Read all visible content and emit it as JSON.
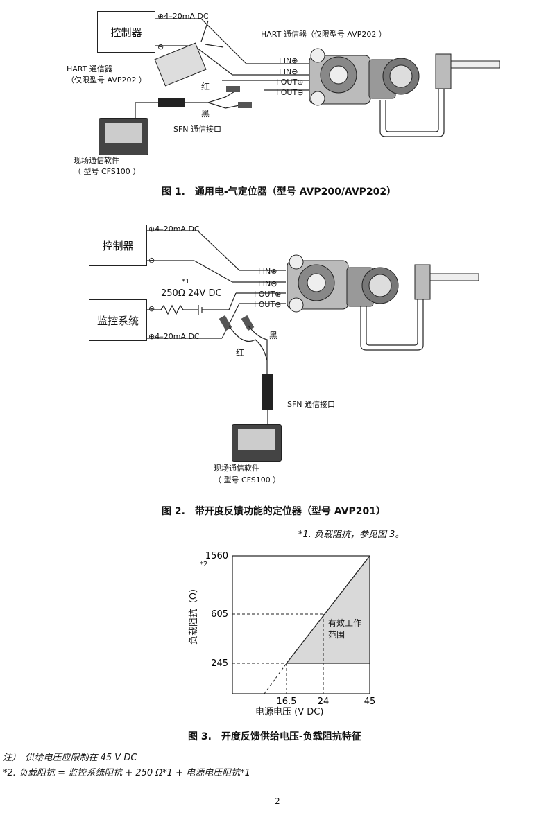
{
  "fig1": {
    "controller": "控制器",
    "plus_label": "⊕4–20mA DC",
    "minus_label": "⊖",
    "hart_right": "HART 通信器（仅限型号 AVP202 ）",
    "hart_left_1": "HART 通信器",
    "hart_left_2": "（仅限型号 AVP202 ）",
    "red": "红",
    "black": "黑",
    "sfn": "SFN 通信接口",
    "software_1": "现场通信软件",
    "software_2": "（ 型号 CFS100 ）",
    "terminal_in_plus": "I IN⊕",
    "terminal_in_minus": "I IN⊖",
    "terminal_out_plus": "I OUT⊕",
    "terminal_out_minus": "I OUT⊖",
    "caption": "图 1.　通用电-气定位器（型号 AVP200/AVP202）"
  },
  "fig2": {
    "controller": "控制器",
    "plus_label": "⊕4–20mA DC",
    "minus_label": "⊖",
    "star1": "*1",
    "resistor": "250Ω  24V DC",
    "monitor": "监控系统",
    "monitor_minus": "⊖",
    "monitor_plus": "⊕4–20mA DC",
    "red": "红",
    "black": "黑",
    "sfn": "SFN 通信接口",
    "software_1": "现场通信软件",
    "software_2": "（ 型号 CFS100 ）",
    "terminal_in_plus": "I IN⊕",
    "terminal_in_minus": "I IN⊖",
    "terminal_out_plus": "I OUT⊕",
    "terminal_out_minus": "I OUT⊖",
    "caption": "图 2.　带开度反馈功能的定位器（型号 AVP201）",
    "footnote": "*1. 负载阻抗，参见图 3。"
  },
  "chart_data": {
    "type": "area",
    "xlabel": "电源电压 (V DC)",
    "ylabel": "负载阻抗（Ω）",
    "ylabel_mark": "*2",
    "x_ticks": [
      16.5,
      24,
      45
    ],
    "y_ticks": [
      245,
      605,
      1560
    ],
    "region_label_1": "有效工作",
    "region_label_2": "范围",
    "boundary": [
      {
        "x": 16.5,
        "y": 245
      },
      {
        "x": 45,
        "y": 1560
      }
    ],
    "extension_start": {
      "x": 12,
      "y": 0
    },
    "region_floor": 245
  },
  "fig3": {
    "caption": "图 3.　开度反馈供给电压-负载阻抗特征",
    "note_1": "注）　供给电压应限制在 45 V DC",
    "note_2": "*2. 负载阻抗 = 监控系统阻抗 + 250 Ω*1 + 电源电压阻抗*1"
  },
  "page_number": "2"
}
